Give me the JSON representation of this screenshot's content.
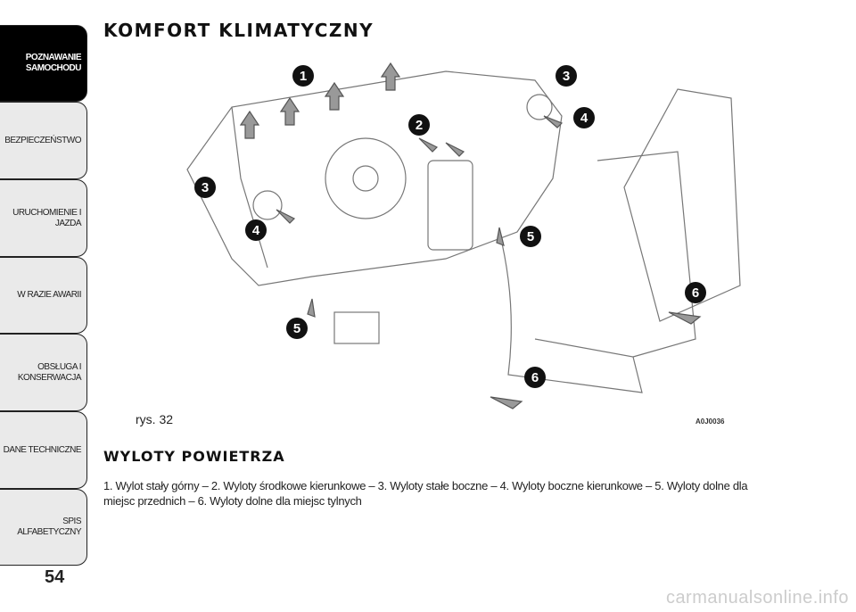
{
  "sidebar": {
    "tabs": [
      {
        "label": "POZNAWANIE SAMOCHODU",
        "active": true
      },
      {
        "label": "BEZPIECZEŃSTWO"
      },
      {
        "label": "URUCHOMIENIE I JAZDA"
      },
      {
        "label": "W RAZIE AWARII"
      },
      {
        "label": "OBSŁUGA I KONSERWACJA"
      },
      {
        "label": "DANE TECHNICZNE"
      },
      {
        "label": "SPIS ALFABETYCZNY"
      }
    ]
  },
  "page_number": "54",
  "title": "KOMFORT KLIMATYCZNY",
  "figure": {
    "caption": "rys. 32",
    "code": "A0J0036",
    "callouts": [
      "1",
      "2",
      "3",
      "4",
      "3",
      "4",
      "5",
      "5",
      "6",
      "6"
    ]
  },
  "section_title": "WYLOTY POWIETRZA",
  "body_text": "1. Wylot stały górny – 2. Wyloty środkowe kierunkowe – 3. Wyloty stałe boczne – 4. Wyloty boczne kierunkowe – 5. Wyloty dolne dla miejsc przednich – 6. Wyloty dolne dla miejsc tylnych",
  "watermark": "carmanualsonline.info"
}
